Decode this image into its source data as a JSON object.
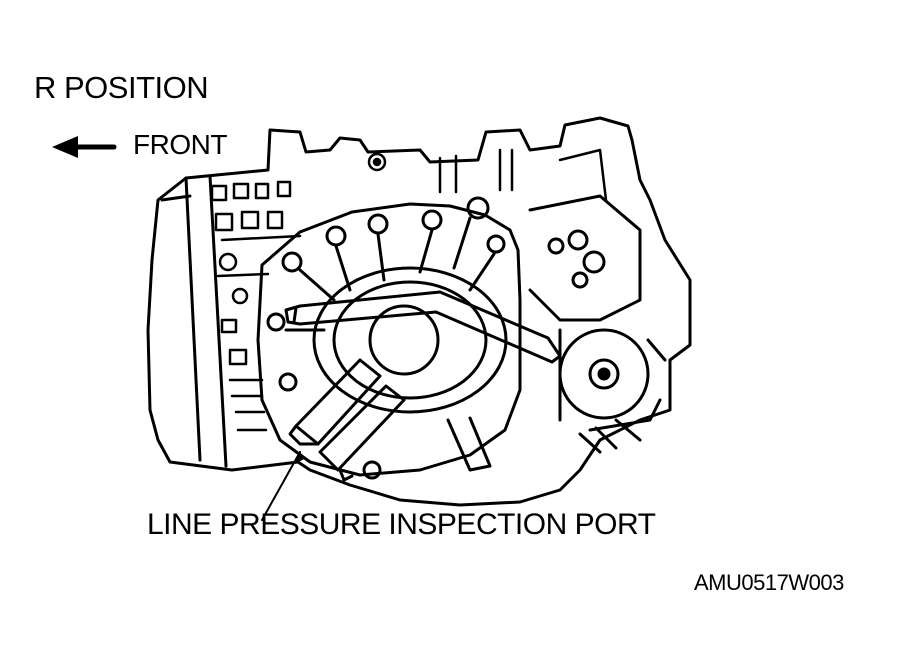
{
  "diagram": {
    "title": "R POSITION",
    "direction_label": "FRONT",
    "callout_label": "LINE PRESSURE INSPECTION PORT",
    "figure_code": "AMU0517W003"
  },
  "colors": {
    "ink": "#000000",
    "paper": "#ffffff"
  }
}
